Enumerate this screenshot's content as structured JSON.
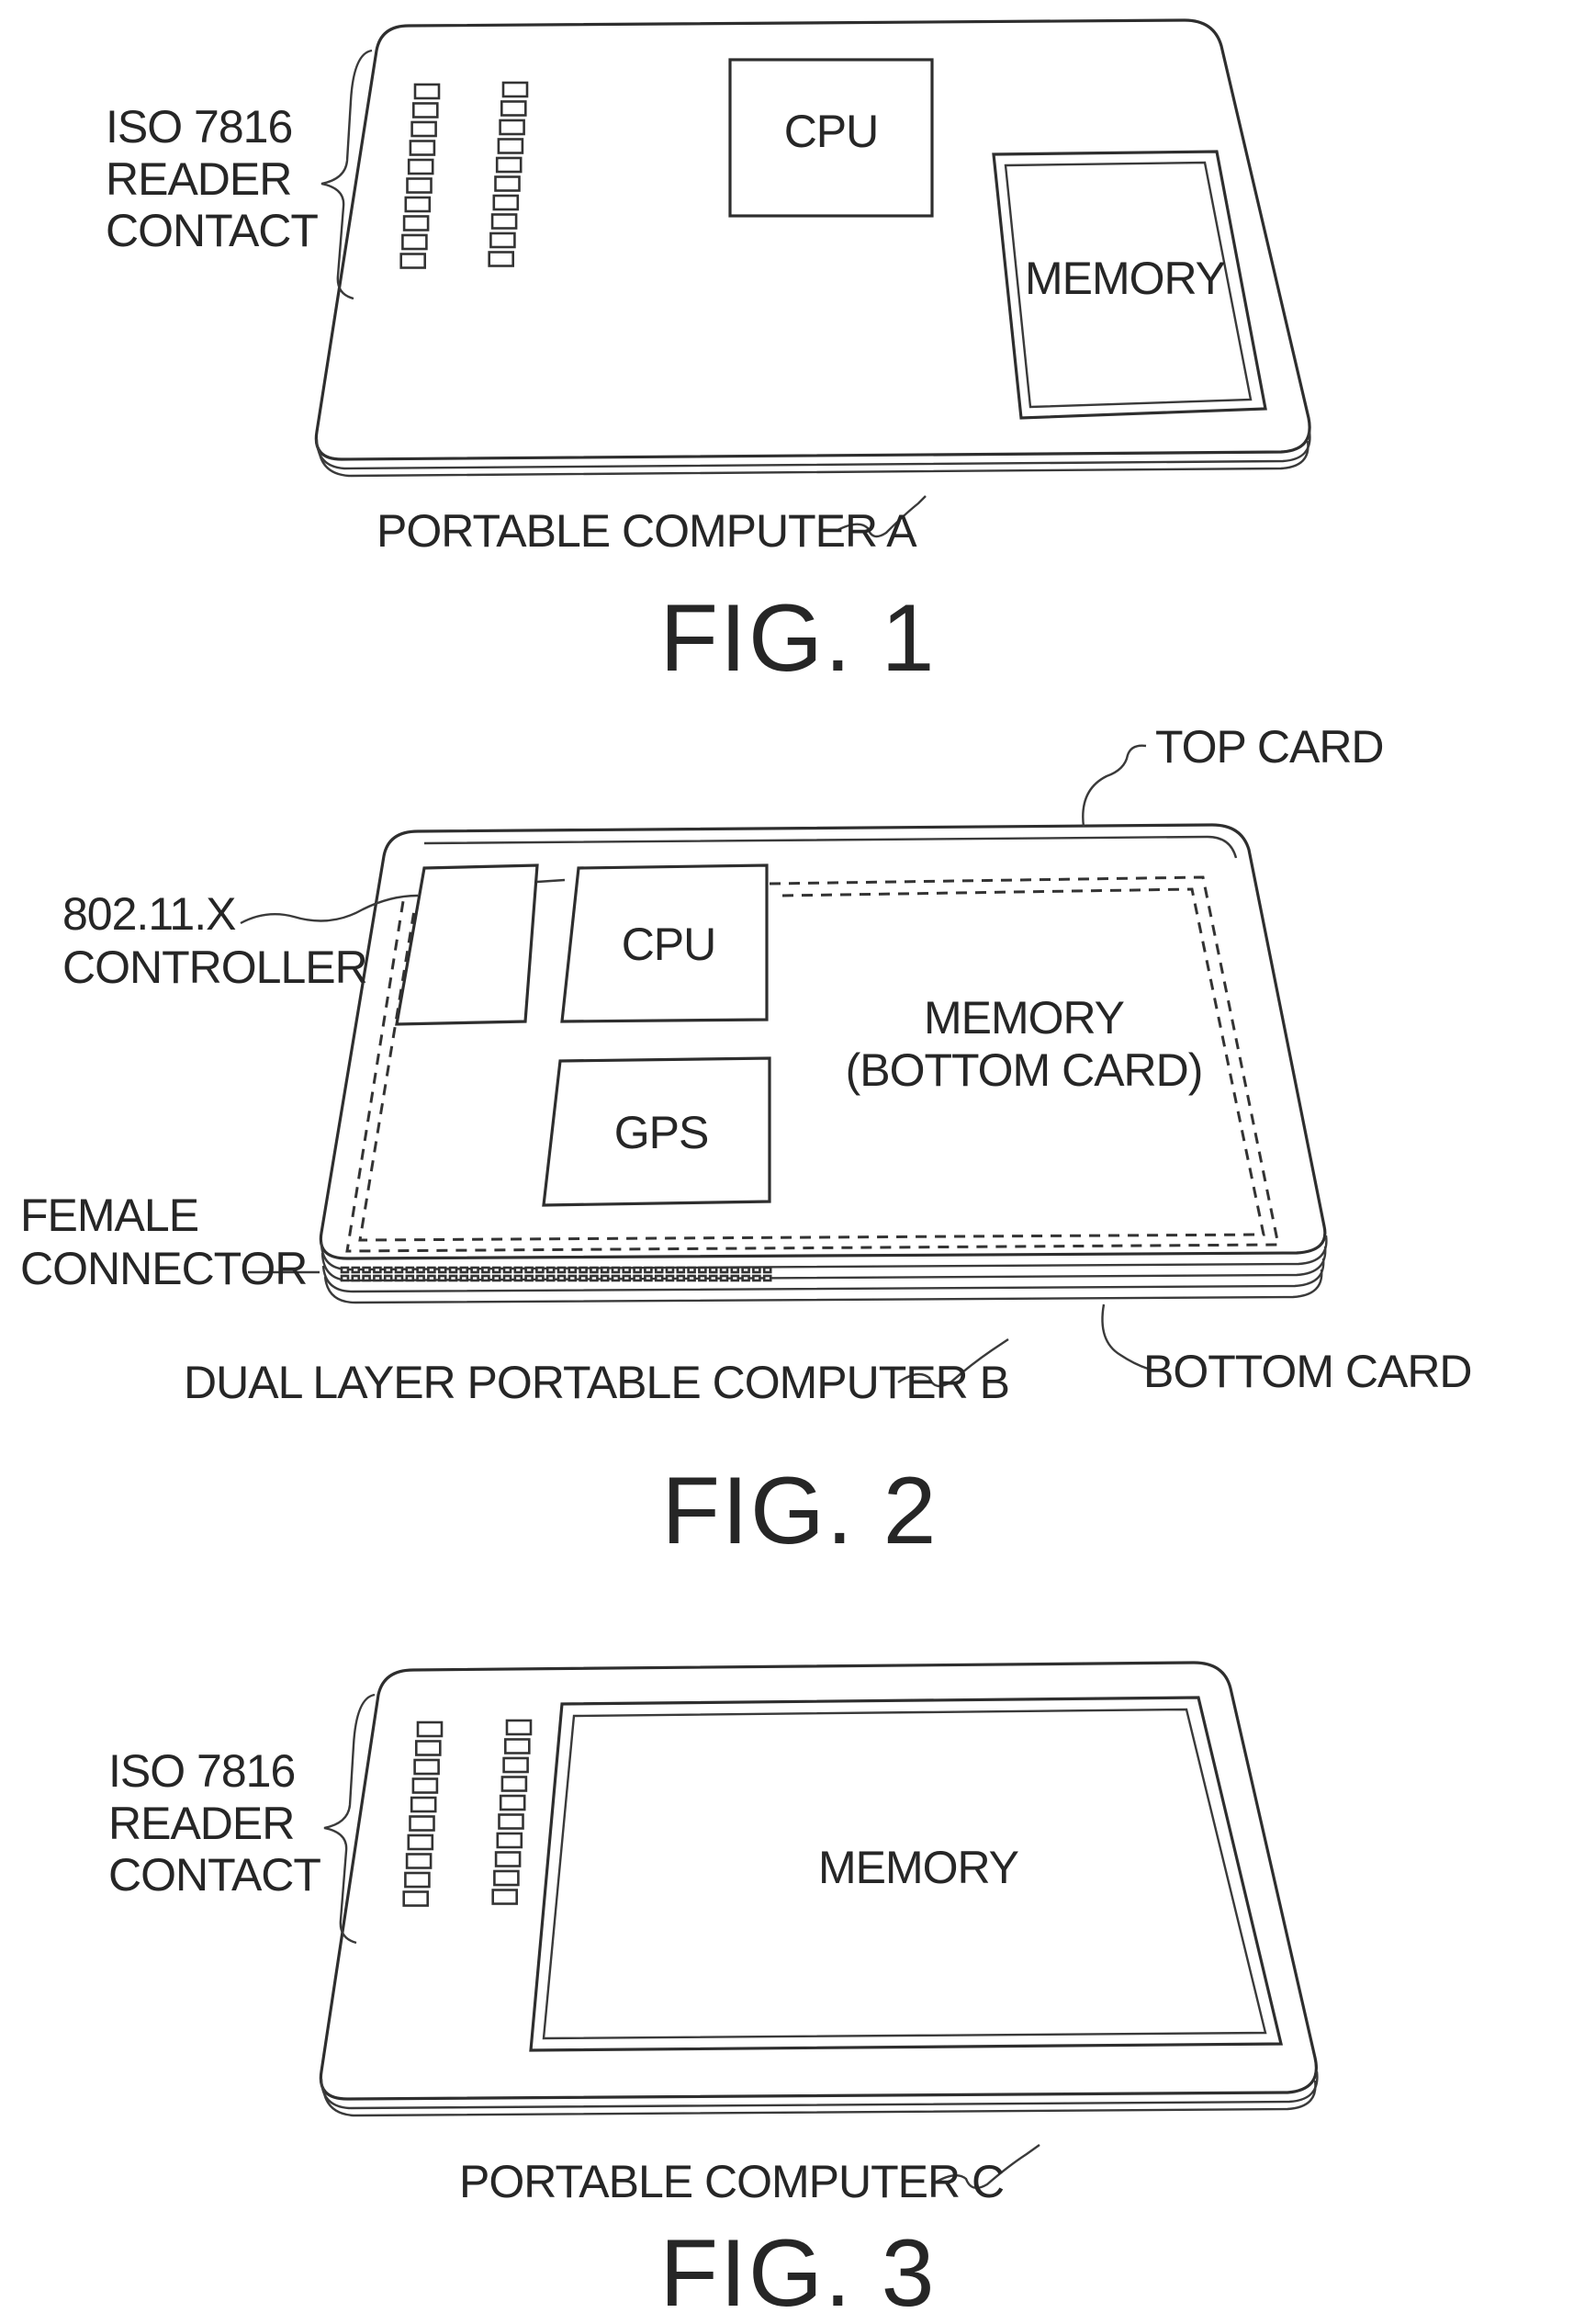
{
  "figures": [
    {
      "caption": "FIG. 1",
      "device_label": "PORTABLE COMPUTER A",
      "contact_label": [
        "ISO 7816",
        "READER",
        "CONTACT"
      ],
      "components": [
        "CPU",
        "MEMORY"
      ]
    },
    {
      "caption": "FIG. 2",
      "device_label": "DUAL LAYER PORTABLE COMPUTER B",
      "top_card_label": "TOP CARD",
      "bottom_card_label": "BOTTOM CARD",
      "controller_label": [
        "802.11.X",
        "CONTROLLER"
      ],
      "connector_label": [
        "FEMALE",
        "CONNECTOR"
      ],
      "components": {
        "cpu": "CPU",
        "gps": "GPS",
        "memory": [
          "MEMORY",
          "(BOTTOM CARD)"
        ]
      }
    },
    {
      "caption": "FIG. 3",
      "device_label": "PORTABLE COMPUTER C",
      "contact_label": [
        "ISO 7816",
        "READER",
        "CONTACT"
      ],
      "components": [
        "MEMORY"
      ]
    }
  ]
}
